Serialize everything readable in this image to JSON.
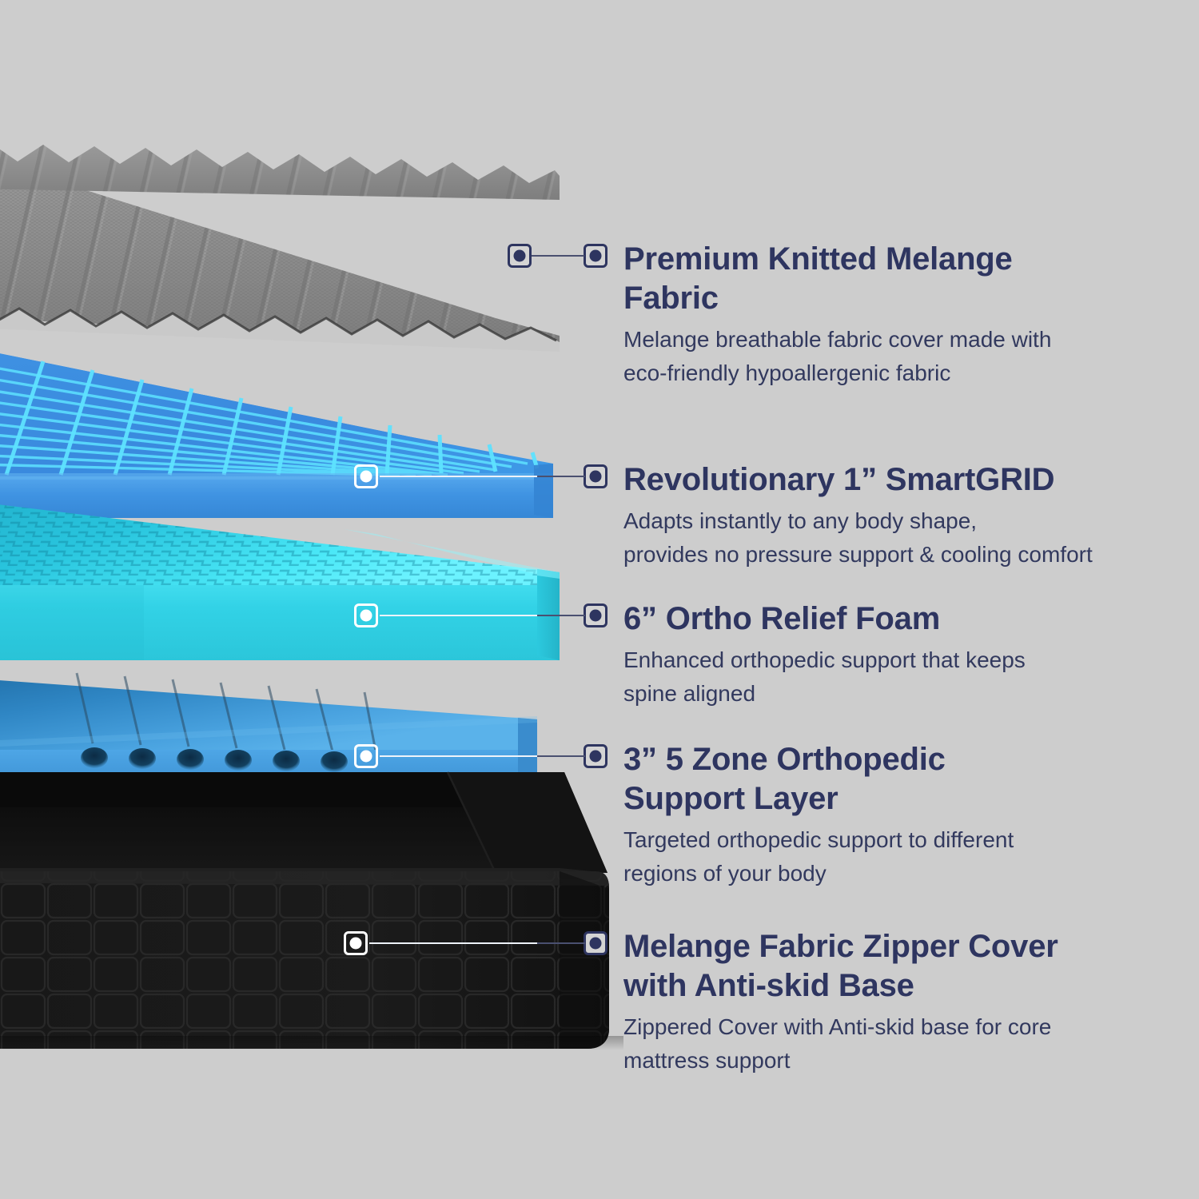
{
  "background_color": "#cdcdcd",
  "heading_color": "#2e3560",
  "body_color": "#32395e",
  "diagram": {
    "name": "mattress-layer-exploded-view",
    "layers": [
      {
        "id": "knitted-melange-fabric",
        "label": "Premium Knitted Melange Fabric",
        "color": "#8d8d8d",
        "texture": "corrugated-knit"
      },
      {
        "id": "smartgrid",
        "label": "Revolutionary 1” SmartGRID",
        "color": "#3d8fe0",
        "accent": "#4fe6ff",
        "texture": "grid"
      },
      {
        "id": "ortho-relief-foam",
        "label": "6” Ortho Relief Foam",
        "color": "#2fd3e8",
        "texture": "foam"
      },
      {
        "id": "five-zone-support",
        "label": "3” 5 Zone Orthopedic Support Layer",
        "color": "#3d96dd",
        "texture": "perforated"
      },
      {
        "id": "zipper-cover-base",
        "label": "Melange Fabric Zipper Cover with Anti-skid Base",
        "color": "#141414",
        "texture": "quilted"
      }
    ]
  },
  "callouts": [
    {
      "id": "premium-knitted-melange-fabric",
      "title": "Premium Knitted Melange\nFabric",
      "title_line1": "Premium Knitted Melange",
      "title_line2": "Fabric",
      "description": "Melange breathable fabric cover made with eco-friendly hypoallergenic fabric",
      "desc_line1": "Melange breathable fabric cover made with",
      "desc_line2": "eco-friendly hypoallergenic fabric"
    },
    {
      "id": "revolutionary-smartgrid",
      "title": "Revolutionary 1” SmartGRID",
      "title_line1": "Revolutionary 1” SmartGRID",
      "title_line2": "",
      "description": "Adapts instantly to any body shape, provides no pressure support & cooling comfort",
      "desc_line1": "Adapts instantly to any body shape,",
      "desc_line2": "provides no pressure support & cooling comfort"
    },
    {
      "id": "ortho-relief-foam",
      "title": "6” Ortho Relief Foam",
      "title_line1": "6” Ortho Relief Foam",
      "title_line2": "",
      "description": "Enhanced orthopedic support that keeps spine aligned",
      "desc_line1": "Enhanced orthopedic support that keeps",
      "desc_line2": "spine aligned"
    },
    {
      "id": "five-zone-orthopedic-support-layer",
      "title": "3” 5 Zone Orthopedic Support Layer",
      "title_line1": "3” 5 Zone Orthopedic",
      "title_line2": "Support Layer",
      "description": "Targeted orthopedic support to different regions of your body",
      "desc_line1": "Targeted orthopedic support to different",
      "desc_line2": "regions of your body"
    },
    {
      "id": "melange-fabric-zipper-cover",
      "title": "Melange Fabric Zipper Cover with Anti-skid Base",
      "title_line1": "Melange Fabric Zipper Cover",
      "title_line2": "with Anti-skid Base",
      "description": "Zippered Cover with Anti-skid base for core mattress support",
      "desc_line1": "Zippered Cover with Anti-skid base for core",
      "desc_line2": "mattress support"
    }
  ]
}
